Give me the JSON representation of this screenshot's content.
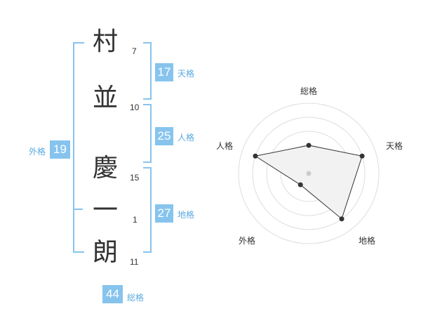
{
  "name_chars": [
    {
      "char": "村",
      "strokes": "7"
    },
    {
      "char": "並",
      "strokes": "10"
    },
    {
      "char": "慶",
      "strokes": "15"
    },
    {
      "char": "一",
      "strokes": "1"
    },
    {
      "char": "朗",
      "strokes": "11"
    }
  ],
  "kaku": {
    "tenkaku": {
      "value": "17",
      "label": "天格"
    },
    "jinkaku": {
      "value": "25",
      "label": "人格"
    },
    "chikaku": {
      "value": "27",
      "label": "地格"
    },
    "gaikaku": {
      "value": "19",
      "label": "外格"
    },
    "soukaku": {
      "value": "44",
      "label": "総格"
    }
  },
  "colors": {
    "accent": "#86c4ee",
    "text": "#333333",
    "fill": "#f2f2f2"
  },
  "chart_data": {
    "type": "radar",
    "axes": [
      "総格",
      "天格",
      "地格",
      "外格",
      "人格"
    ],
    "values": [
      2,
      4,
      4,
      1,
      4
    ],
    "max": 5,
    "rings": 5
  }
}
